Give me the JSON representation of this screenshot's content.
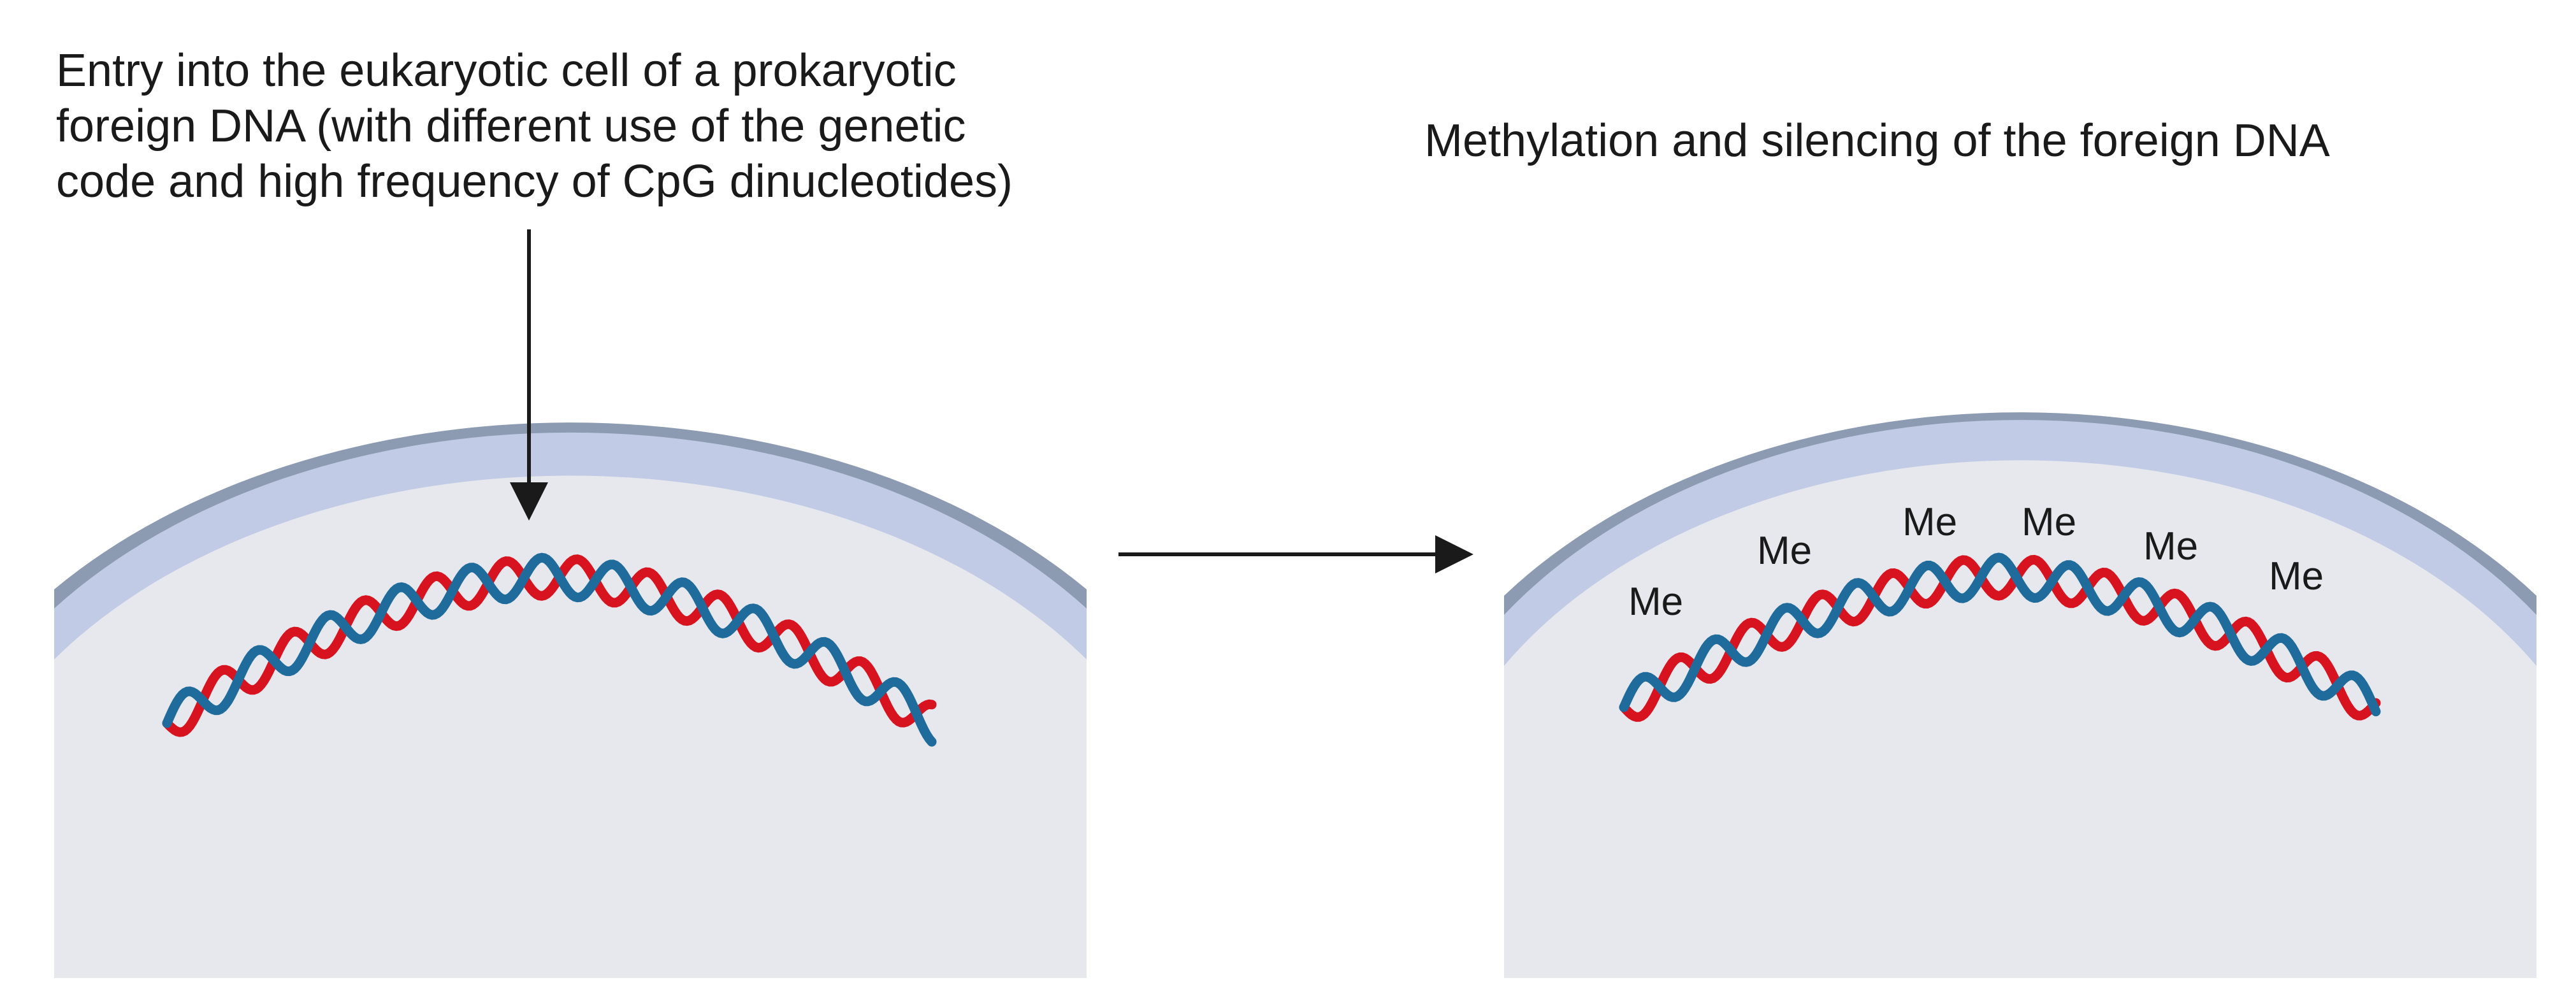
{
  "left_panel": {
    "caption_lines": [
      "Entry into the eukaryotic cell of a prokaryotic",
      "foreign DNA (with different use of the genetic",
      "code and high frequency of CpG dinucleotides)"
    ]
  },
  "right_panel": {
    "caption": "Methylation and silencing of the foreign DNA",
    "methyl_labels": [
      "Me",
      "Me",
      "Me",
      "Me",
      "Me",
      "Me"
    ]
  },
  "colors": {
    "cytoplasm": "#e6e8ed",
    "membrane_outer": "#8c9bb2",
    "membrane_inner": "#c1cbe6",
    "dna_strand_red": "#d6131f",
    "dna_strand_blue": "#1f6c9c",
    "arrow": "#1a1a1a"
  }
}
